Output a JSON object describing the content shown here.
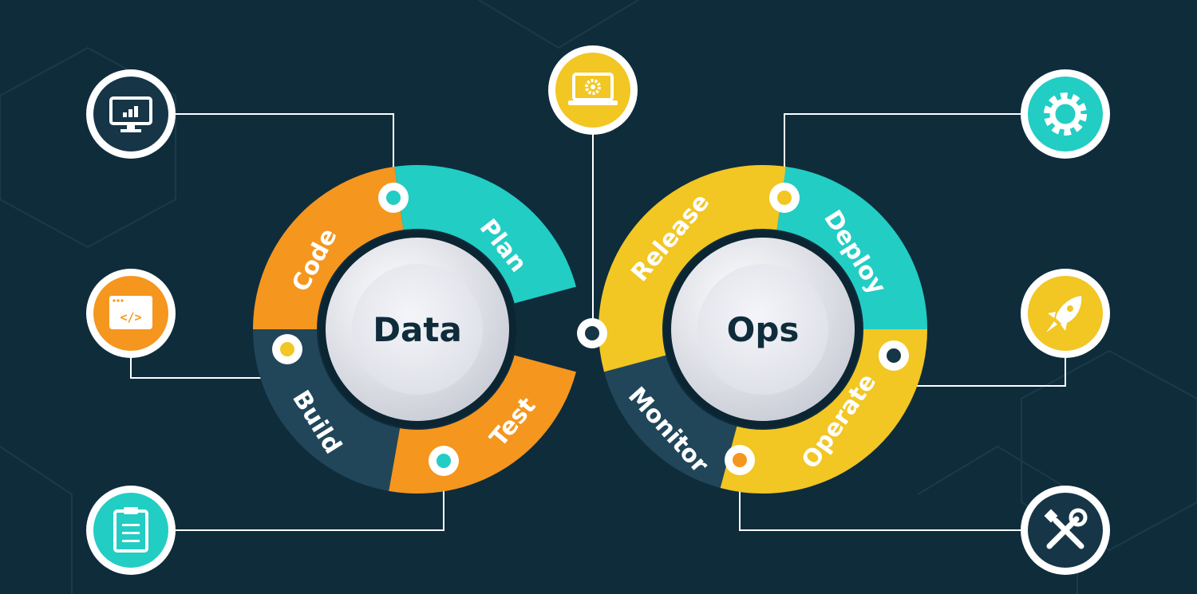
{
  "title": "DataOps lifecycle",
  "colors": {
    "background": "#0f2c3b",
    "orange": "#f5961e",
    "teal": "#22cdc4",
    "yellow": "#f2c623",
    "slate": "#21465a",
    "white": "#ffffff"
  },
  "centers": {
    "left": "Data",
    "right": "Ops"
  },
  "segments": [
    {
      "label": "Plan",
      "color": "teal"
    },
    {
      "label": "Code",
      "color": "orange"
    },
    {
      "label": "Build",
      "color": "slate"
    },
    {
      "label": "Test",
      "color": "orange"
    },
    {
      "label": "Release",
      "color": "yellow"
    },
    {
      "label": "Deploy",
      "color": "teal"
    },
    {
      "label": "Operate",
      "color": "yellow"
    },
    {
      "label": "Monitor",
      "color": "slate"
    }
  ],
  "icons": [
    {
      "name": "monitor-chart-icon",
      "bg": "slate"
    },
    {
      "name": "code-window-icon",
      "bg": "orange",
      "glyph": "</>"
    },
    {
      "name": "clipboard-icon",
      "bg": "teal"
    },
    {
      "name": "laptop-gear-icon",
      "bg": "yellow"
    },
    {
      "name": "gear-icon",
      "bg": "teal"
    },
    {
      "name": "rocket-icon",
      "bg": "yellow"
    },
    {
      "name": "tools-icon",
      "bg": "slate"
    }
  ]
}
